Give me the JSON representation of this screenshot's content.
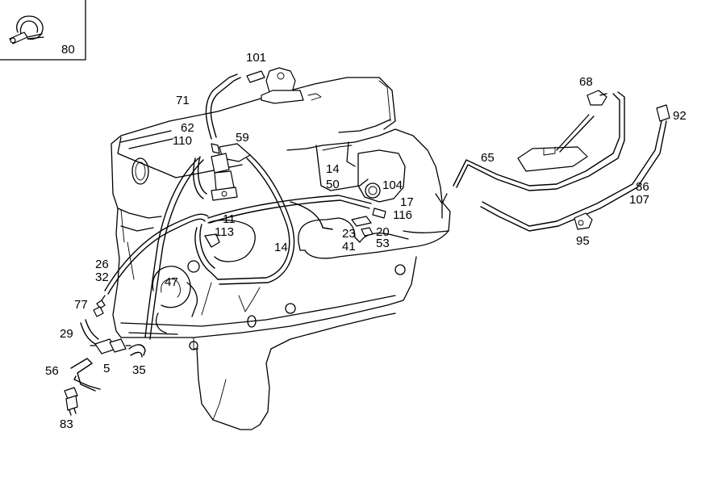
{
  "inset": {
    "label": "80"
  },
  "callouts": [
    {
      "id": "c101",
      "text": "101"
    },
    {
      "id": "c71",
      "text": "71"
    },
    {
      "id": "c62",
      "text": "62"
    },
    {
      "id": "c110",
      "text": "110"
    },
    {
      "id": "c59",
      "text": "59"
    },
    {
      "id": "c14a",
      "text": "14"
    },
    {
      "id": "c50",
      "text": "50"
    },
    {
      "id": "c104",
      "text": "104"
    },
    {
      "id": "c17",
      "text": "17"
    },
    {
      "id": "c116",
      "text": "116"
    },
    {
      "id": "c11",
      "text": "11"
    },
    {
      "id": "c113",
      "text": "113"
    },
    {
      "id": "c14b",
      "text": "14"
    },
    {
      "id": "c23",
      "text": "23"
    },
    {
      "id": "c20",
      "text": "20"
    },
    {
      "id": "c41",
      "text": "41"
    },
    {
      "id": "c53",
      "text": "53"
    },
    {
      "id": "c26",
      "text": "26"
    },
    {
      "id": "c32",
      "text": "32"
    },
    {
      "id": "c47",
      "text": "47"
    },
    {
      "id": "c77",
      "text": "77"
    },
    {
      "id": "c29",
      "text": "29"
    },
    {
      "id": "c56",
      "text": "56"
    },
    {
      "id": "c5",
      "text": "5"
    },
    {
      "id": "c35",
      "text": "35"
    },
    {
      "id": "c83",
      "text": "83"
    },
    {
      "id": "c68",
      "text": "68"
    },
    {
      "id": "c92",
      "text": "92"
    },
    {
      "id": "c65",
      "text": "65"
    },
    {
      "id": "c86",
      "text": "86"
    },
    {
      "id": "c107",
      "text": "107"
    },
    {
      "id": "c95",
      "text": "95"
    }
  ]
}
